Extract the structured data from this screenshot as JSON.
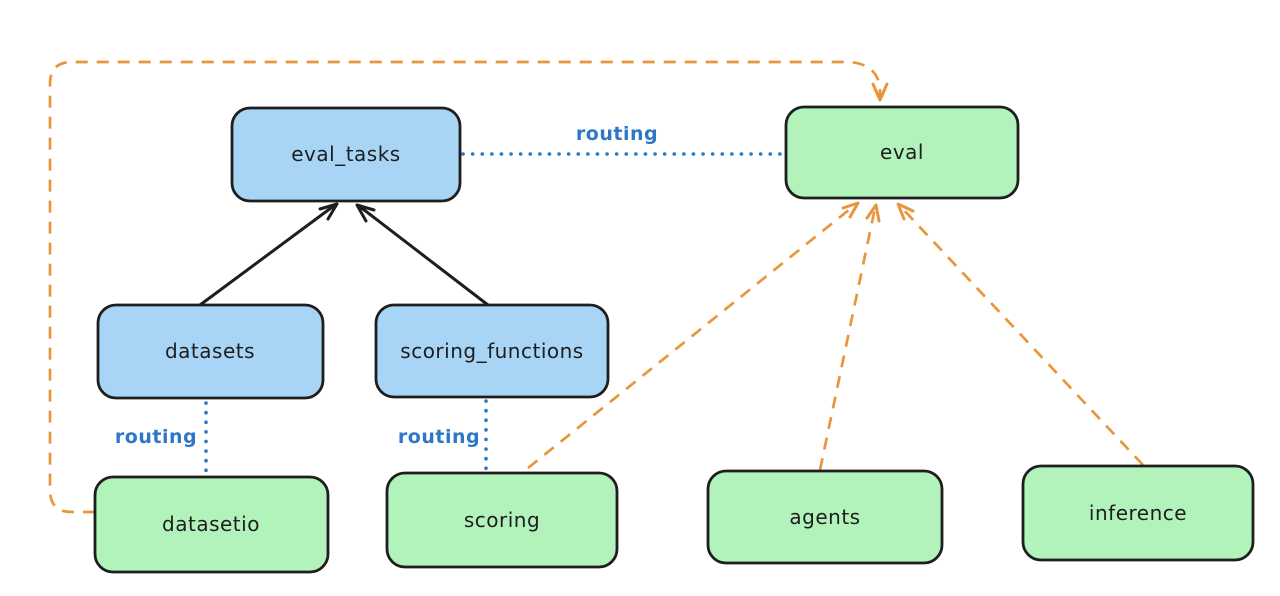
{
  "diagram": {
    "nodes": {
      "eval_tasks": {
        "label": "eval_tasks",
        "fill": "#a8d5f5"
      },
      "eval": {
        "label": "eval",
        "fill": "#b2f2bb"
      },
      "datasets": {
        "label": "datasets",
        "fill": "#a8d5f5"
      },
      "scoring_functions": {
        "label": "scoring_functions",
        "fill": "#a8d5f5"
      },
      "datasetio": {
        "label": "datasetio",
        "fill": "#b2f2bb"
      },
      "scoring": {
        "label": "scoring",
        "fill": "#b2f2bb"
      },
      "agents": {
        "label": "agents",
        "fill": "#b2f2bb"
      },
      "inference": {
        "label": "inference",
        "fill": "#b2f2bb"
      }
    },
    "edges": [
      {
        "from": "datasets",
        "to": "eval_tasks",
        "style": "solid-arrow",
        "label": ""
      },
      {
        "from": "scoring_functions",
        "to": "eval_tasks",
        "style": "solid-arrow",
        "label": ""
      },
      {
        "from": "eval_tasks",
        "to": "eval",
        "style": "dotted",
        "label": "routing"
      },
      {
        "from": "datasets",
        "to": "datasetio",
        "style": "dotted",
        "label": "routing"
      },
      {
        "from": "scoring_functions",
        "to": "scoring",
        "style": "dotted",
        "label": "routing"
      },
      {
        "from": "datasetio",
        "to": "eval",
        "style": "dashed-arrow",
        "label": ""
      },
      {
        "from": "scoring",
        "to": "eval",
        "style": "dashed-arrow",
        "label": ""
      },
      {
        "from": "agents",
        "to": "eval",
        "style": "dashed-arrow",
        "label": ""
      },
      {
        "from": "inference",
        "to": "eval",
        "style": "dashed-arrow",
        "label": ""
      }
    ],
    "colors": {
      "stroke": "#1e1e1e",
      "arrow_black": "#1e1e1e",
      "orange": "#e8963c",
      "routing_blue": "#2e77c8",
      "blue_fill": "#a8d5f5",
      "green_fill": "#b2f2bb",
      "background": "#ffffff"
    }
  }
}
